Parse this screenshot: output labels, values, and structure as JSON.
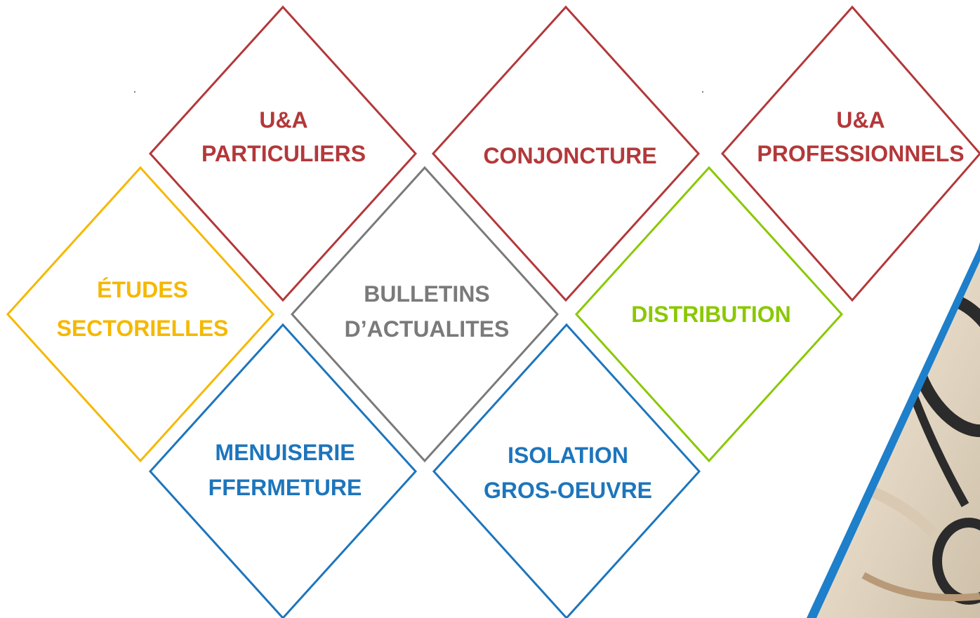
{
  "colors": {
    "red": "#b3383a",
    "yellow": "#f5b800",
    "gray": "#7a7a7a",
    "green": "#8ac800",
    "blue": "#1d75bc",
    "photo_stripe": "#1e7fca"
  },
  "tiles": {
    "ua_particuliers": {
      "line1": "U&A",
      "line2": "PARTICULIERS"
    },
    "conjoncture": {
      "line1": "CONJONCTURE"
    },
    "ua_professionnels": {
      "line1": "U&A",
      "line2": "PROFESSIONNELS"
    },
    "etudes_sectorielles": {
      "line1": "ÉTUDES",
      "line2": "SECTORIELLES"
    },
    "bulletins": {
      "line1": "BULLETINS",
      "line2": "D’ACTUALITES"
    },
    "distribution": {
      "line1": "DISTRIBUTION"
    },
    "menuiserie": {
      "line1": "MENUISERIE",
      "line2": "FFERMETURE"
    },
    "isolation": {
      "line1": "ISOLATION",
      "line2": "GROS-OEUVRE"
    }
  },
  "photo": {
    "icon": "glasses-on-desk-photo"
  }
}
